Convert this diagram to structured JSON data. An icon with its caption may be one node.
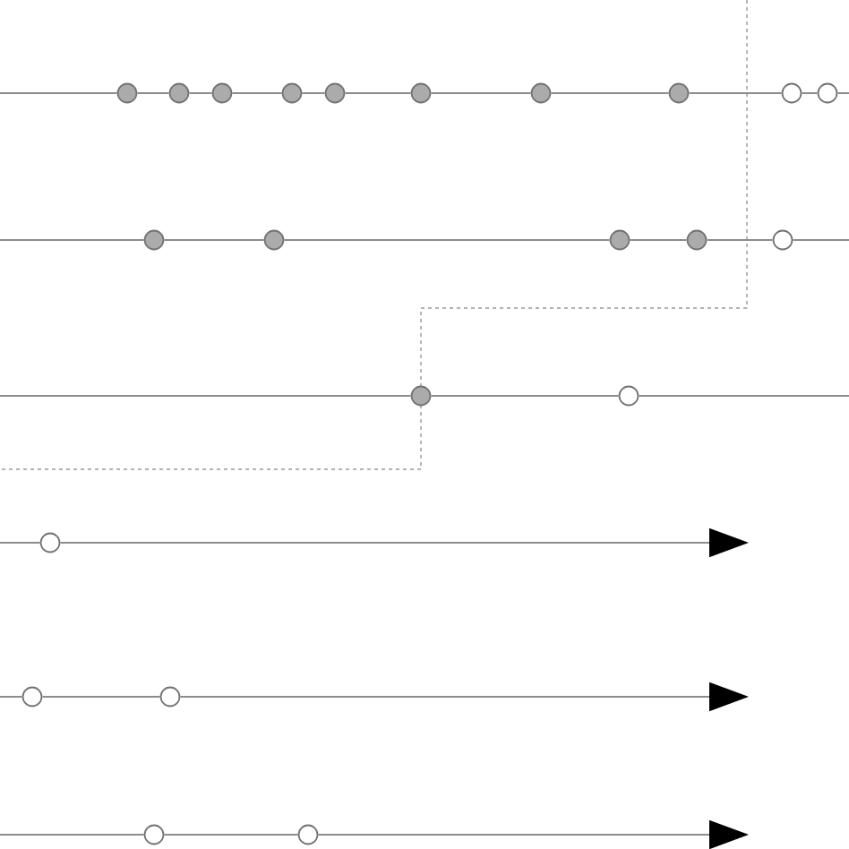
{
  "diagram": {
    "nodes": [
      {
        "text": [],
        "shape": "dot"
      },
      {
        "text": [],
        "shape": "dot"
      },
      {
        "text": [],
        "shape": "dot"
      },
      {
        "text": [],
        "shape": "dot"
      },
      {
        "text": [],
        "shape": "dot"
      },
      {
        "text": [],
        "shape": "dot"
      },
      {
        "text": [],
        "shape": "dot"
      },
      {
        "text": [],
        "shape": "dot"
      },
      {
        "text": [],
        "shape": "circle"
      },
      {
        "text": [],
        "shape": "circle"
      },
      {
        "text": [],
        "shape": "dot"
      },
      {
        "text": [],
        "shape": "dot"
      },
      {
        "text": [],
        "shape": "dot"
      },
      {
        "text": [],
        "shape": "dot"
      },
      {
        "text": [],
        "shape": "circle"
      },
      {
        "text": [],
        "shape": "dot"
      },
      {
        "text": [],
        "shape": "circle"
      },
      {
        "text": [],
        "shape": "circle"
      },
      {
        "text": [],
        "shape": "circle"
      },
      {
        "text": [],
        "shape": "circle"
      },
      {
        "text": [],
        "shape": "circle"
      },
      {
        "text": [],
        "shape": "circle"
      }
    ],
    "edges": [
      {
        "from": null,
        "to": 0,
        "arrow": "none"
      },
      {
        "from": 0,
        "to": 1,
        "arrow": "none"
      },
      {
        "from": 1,
        "to": 2,
        "arrow": "none"
      },
      {
        "from": 2,
        "to": 3,
        "arrow": "none"
      },
      {
        "from": 3,
        "to": 4,
        "arrow": "none"
      },
      {
        "from": 4,
        "to": 5,
        "arrow": "none"
      },
      {
        "from": 5,
        "to": 6,
        "arrow": "none"
      },
      {
        "from": 6,
        "to": 7,
        "arrow": "none"
      },
      {
        "from": 7,
        "to": 8,
        "arrow": "none"
      },
      {
        "from": 8,
        "to": 9,
        "arrow": "none"
      },
      {
        "from": 9,
        "to": null,
        "arrow": "none"
      },
      {
        "from": null,
        "to": 10,
        "arrow": "none"
      },
      {
        "from": 10,
        "to": 11,
        "arrow": "none"
      },
      {
        "from": 11,
        "to": 12,
        "arrow": "none"
      },
      {
        "from": 12,
        "to": 13,
        "arrow": "none"
      },
      {
        "from": 13,
        "to": 14,
        "arrow": "none"
      },
      {
        "from": 14,
        "to": null,
        "arrow": "none"
      },
      {
        "from": null,
        "to": 15,
        "arrow": "none"
      },
      {
        "from": 15,
        "to": 16,
        "arrow": "none"
      },
      {
        "from": 16,
        "to": null,
        "arrow": "none"
      },
      {
        "from": null,
        "to": 17,
        "arrow": "none"
      },
      {
        "from": 17,
        "to": null,
        "arrow": "to"
      },
      {
        "from": null,
        "to": 18,
        "arrow": "none"
      },
      {
        "from": 18,
        "to": 19,
        "arrow": "none"
      },
      {
        "from": 19,
        "to": null,
        "arrow": "to"
      },
      {
        "from": null,
        "to": 20,
        "arrow": "none"
      },
      {
        "from": 20,
        "to": 21,
        "arrow": "none"
      },
      {
        "from": 21,
        "to": null,
        "arrow": "to"
      }
    ]
  }
}
